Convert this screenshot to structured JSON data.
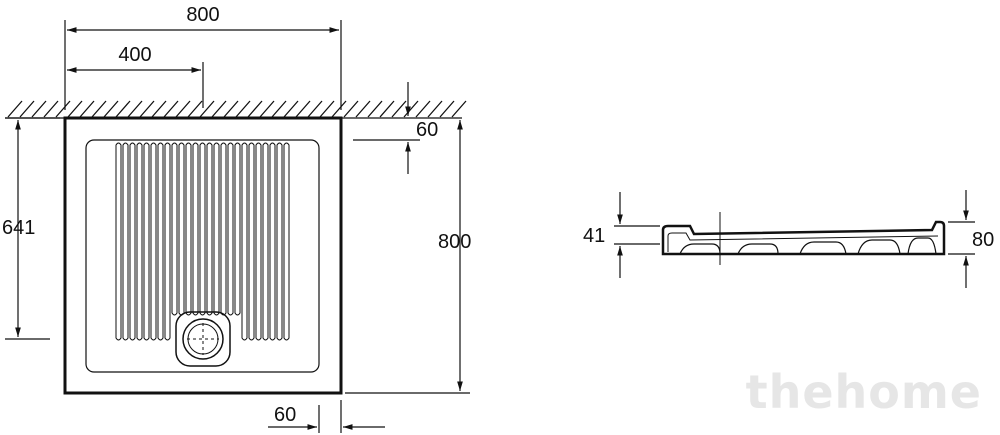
{
  "dimensions": {
    "top_width": "800",
    "drain_offset": "400",
    "right_height": "800",
    "left_height": "641",
    "top_margin": "60",
    "bottom_margin": "60",
    "side_depth_inner": "41",
    "side_depth_outer": "80"
  },
  "watermark": "thehome"
}
